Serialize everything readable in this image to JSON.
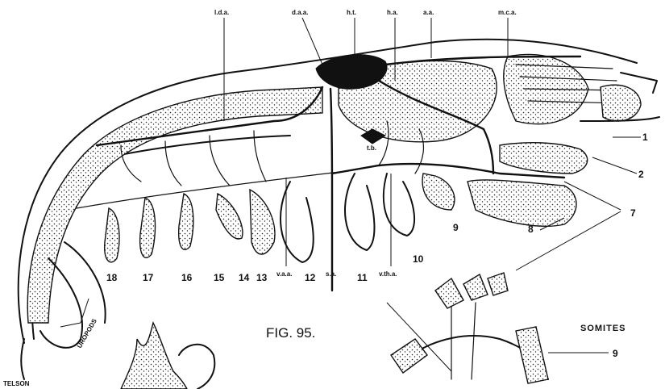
{
  "figure": {
    "title": "FIG. 95.",
    "labels": {
      "lda": "l.d.a.",
      "daa": "d.a.a.",
      "ht": "h.t.",
      "ha": "h.a.",
      "aa": "a.a.",
      "mca": "m.c.a.",
      "tb": "t.b.",
      "vaa": "v.a.a.",
      "sa": "s.a.",
      "vtha": "v.th.a.",
      "telson": "TELSON",
      "uropods": "UROPODS",
      "somites": "SOMITES"
    },
    "numbers": {
      "n1": "1",
      "n2": "2",
      "n7": "7",
      "n8": "8",
      "n9": "9",
      "n10": "10",
      "n11": "11",
      "n12": "12",
      "n13": "13",
      "n14": "14",
      "n15": "15",
      "n16": "16",
      "n17": "17",
      "n18": "18",
      "n9b": "9"
    }
  }
}
